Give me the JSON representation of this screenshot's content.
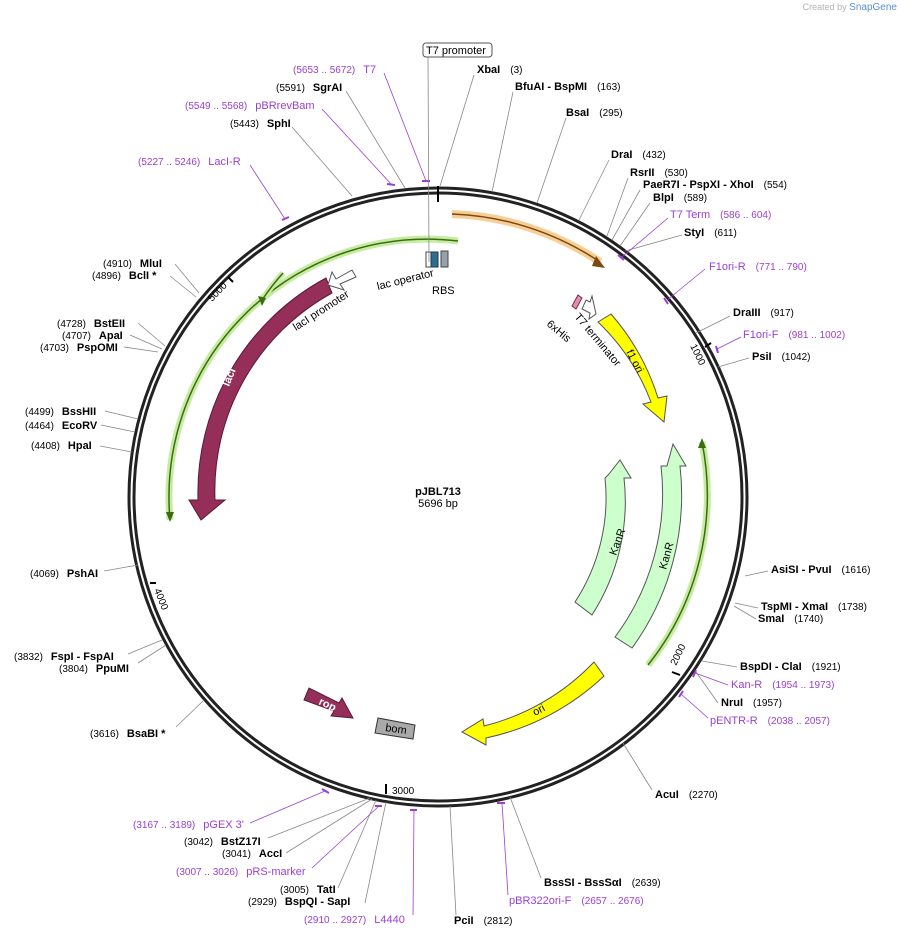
{
  "credit": {
    "prefix": "Created by",
    "brand": "SnapGene"
  },
  "plasmid": {
    "name": "pJBL713",
    "size": "5696 bp"
  },
  "ticks": [
    "1000",
    "2000",
    "3000",
    "4000",
    "5000"
  ],
  "enzyme_labels": [
    {
      "id": "xbai",
      "pos": "(3)",
      "name": "XbaI",
      "side": "right"
    },
    {
      "id": "bfuai",
      "pos": "(163)",
      "name": "BfuAI   - BspMI",
      "side": "right"
    },
    {
      "id": "bsai",
      "pos": "(295)",
      "name": "BsaI",
      "side": "right"
    },
    {
      "id": "drai",
      "pos": "(432)",
      "name": "DraI",
      "side": "right"
    },
    {
      "id": "rsrii",
      "pos": "(530)",
      "name": "RsrII",
      "side": "right"
    },
    {
      "id": "paer7i",
      "pos": "(554)",
      "name": "PaeR7I   - PspXI   - XhoI",
      "side": "right"
    },
    {
      "id": "blpi",
      "pos": "(589)",
      "name": "BlpI",
      "side": "right"
    },
    {
      "id": "styi",
      "pos": "(611)",
      "name": "StyI",
      "side": "right"
    },
    {
      "id": "draiii",
      "pos": "(917)",
      "name": "DraIII",
      "side": "right"
    },
    {
      "id": "psii",
      "pos": "(1042)",
      "name": "PsiI",
      "side": "right"
    },
    {
      "id": "asisi",
      "pos": "(1616)",
      "name": "AsiSI   - PvuI",
      "side": "right"
    },
    {
      "id": "tspmi",
      "pos": "(1738)",
      "name": "TspMI   - XmaI",
      "side": "right"
    },
    {
      "id": "smai",
      "pos": "(1740)",
      "name": "SmaI",
      "side": "right"
    },
    {
      "id": "bspdi",
      "pos": "(1921)",
      "name": "BspDI   - ClaI",
      "side": "right"
    },
    {
      "id": "nrui",
      "pos": "(1957)",
      "name": "NruI",
      "side": "right"
    },
    {
      "id": "acui",
      "pos": "(2270)",
      "name": "AcuI",
      "side": "right"
    },
    {
      "id": "bsssi",
      "pos": "(2639)",
      "name": "BssSI   - BssSαI",
      "side": "right"
    },
    {
      "id": "pcii",
      "pos": "(2812)",
      "name": "PciI",
      "side": "right"
    },
    {
      "id": "bspqi",
      "pos": "(2929)",
      "name": "BspQI   - SapI",
      "side": "left"
    },
    {
      "id": "tati",
      "pos": "(3005)",
      "name": "TatI",
      "side": "left"
    },
    {
      "id": "acci",
      "pos": "(3041)",
      "name": "AccI",
      "side": "left"
    },
    {
      "id": "bstz17i",
      "pos": "(3042)",
      "name": "BstZ17I",
      "side": "left"
    },
    {
      "id": "bsabi",
      "pos": "(3616)",
      "name": "BsaBI *",
      "side": "left"
    },
    {
      "id": "ppumi",
      "pos": "(3804)",
      "name": "PpuMI",
      "side": "left"
    },
    {
      "id": "fspi",
      "pos": "(3832)",
      "name": "FspI   - FspAI",
      "side": "left"
    },
    {
      "id": "pshai",
      "pos": "(4069)",
      "name": "PshAI",
      "side": "left"
    },
    {
      "id": "hpai",
      "pos": "(4408)",
      "name": "HpaI",
      "side": "left"
    },
    {
      "id": "ecorv",
      "pos": "(4464)",
      "name": "EcoRV",
      "side": "left"
    },
    {
      "id": "bsshii",
      "pos": "(4499)",
      "name": "BssHII",
      "side": "left"
    },
    {
      "id": "pspomi",
      "pos": "(4703)",
      "name": "PspOMI",
      "side": "left"
    },
    {
      "id": "apai",
      "pos": "(4707)",
      "name": "ApaI",
      "side": "left"
    },
    {
      "id": "bstcii",
      "pos": "(4728)",
      "name": "BstEII",
      "side": "left"
    },
    {
      "id": "bcli",
      "pos": "(4896)",
      "name": "BclI *",
      "side": "left"
    },
    {
      "id": "mlui",
      "pos": "(4910)",
      "name": "MluI",
      "side": "left"
    },
    {
      "id": "sphi",
      "pos": "(5443)",
      "name": "SphI",
      "side": "left"
    },
    {
      "id": "sgrai",
      "pos": "(5591)",
      "name": "SgrAI",
      "side": "left"
    }
  ],
  "primer_labels": [
    {
      "id": "t7",
      "pos": "(5653 .. 5672)",
      "name": "T7",
      "side": "left"
    },
    {
      "id": "pbrrevbam",
      "pos": "(5549 .. 5568)",
      "name": "pBRrevBam",
      "side": "left"
    },
    {
      "id": "laci-r",
      "pos": "(5227 .. 5246)",
      "name": "LacI-R",
      "side": "left"
    },
    {
      "id": "t7term",
      "pos": "(586 .. 604)",
      "name": "T7 Term",
      "side": "right"
    },
    {
      "id": "f1ori-r",
      "pos": "(771 .. 790)",
      "name": "F1ori-R",
      "side": "right"
    },
    {
      "id": "f1ori-f",
      "pos": "(981 .. 1002)",
      "name": "F1ori-F",
      "side": "right"
    },
    {
      "id": "kan-r",
      "pos": "(1954 .. 1973)",
      "name": "Kan-R",
      "side": "right"
    },
    {
      "id": "pentr-r",
      "pos": "(2038 .. 2057)",
      "name": "pENTR-R",
      "side": "right"
    },
    {
      "id": "pbr322ori-f",
      "pos": "(2657 .. 2676)",
      "name": "pBR322ori-F",
      "side": "right"
    },
    {
      "id": "l4440",
      "pos": "(2910 .. 2927)",
      "name": "L4440",
      "side": "left"
    },
    {
      "id": "prs-marker",
      "pos": "(3007 .. 3026)",
      "name": "pRS-marker",
      "side": "left"
    },
    {
      "id": "pgex3",
      "pos": "(3167 .. 3189)",
      "name": "pGEX 3'",
      "side": "left"
    }
  ],
  "feature_labels": {
    "t7promoter": "T7 promoter",
    "lac_operator": "lac operator",
    "rbs": "RBS",
    "laci_promoter": "lacI promoter",
    "laci": "lacI",
    "his": "6xHis",
    "t7_terminator": "T7 terminator",
    "f1ori": "f1 ori",
    "kanr_outer": "KanR",
    "kanr_inner": "KanR",
    "ori": "ori",
    "rop": "rop",
    "bom": "bom"
  },
  "colors": {
    "backbone": "#222222",
    "enzyme_text": "#000000",
    "primer": "#9a3fd0",
    "laci": "#962e5a",
    "f1ori": "#ffff00",
    "kanr": "#ccffcc",
    "ori": "#ffff00",
    "orf_orange": "#f0a848",
    "green_outline": "#88cc44",
    "bom": "#a9a9a9"
  }
}
